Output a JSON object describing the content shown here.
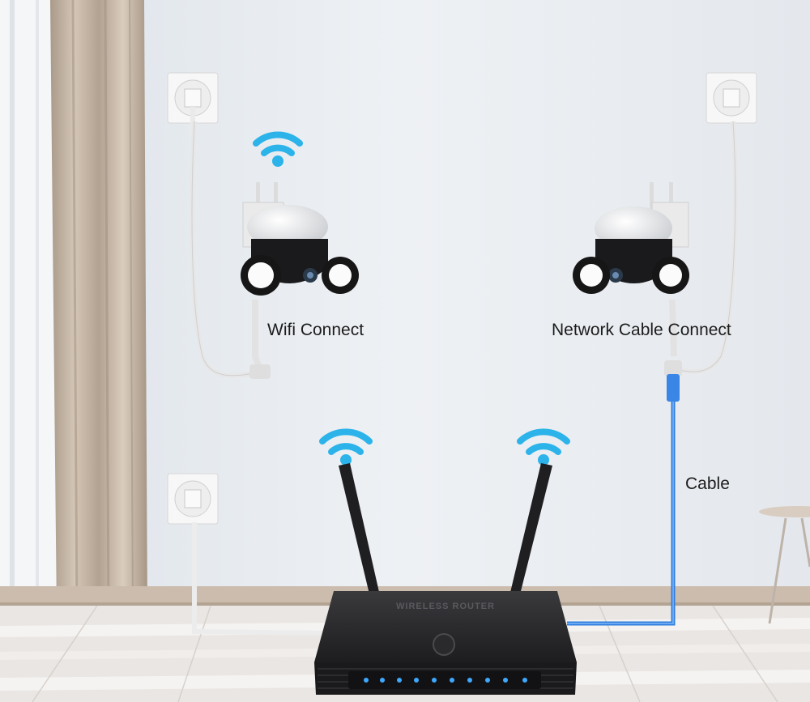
{
  "labels": {
    "wifi_connect": "Wifi Connect",
    "network_cable_connect": "Network Cable Connect",
    "cable": "Cable"
  },
  "router": {
    "brand_text": "WIRELESS ROUTER"
  },
  "colors": {
    "wall": "#e9edf1",
    "wifi_signal": "#2bb3ea",
    "network_cable": "#2f7ee0",
    "router_body": "#2b2b2d",
    "router_leds": "#3fa8ff",
    "floor": "#e8e5e2",
    "baseboard": "#c9b8a9"
  },
  "icons": [
    "wifi-signal-icon",
    "power-socket-icon",
    "ptz-camera-icon",
    "router-icon",
    "power-led-icon"
  ]
}
